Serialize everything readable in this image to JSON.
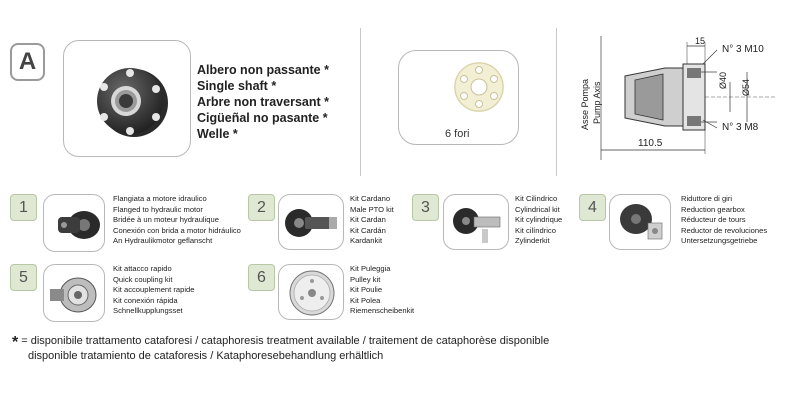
{
  "section_a": {
    "letter": "A",
    "titles": [
      "Albero non passante *",
      "Single shaft *",
      "Arbre non traversant *",
      "Cigüeñal no pasante *",
      "Welle *"
    ],
    "holes_label": "6 fori"
  },
  "drawing": {
    "dim_15": "15",
    "label_m10": "N° 3 M10",
    "label_m8": "N° 3 M8",
    "label_d40": "Ø40",
    "label_d54": "Ø54",
    "dim_110": "110.5",
    "axis_it": "Asse Pompa",
    "axis_en": "Pump Axis"
  },
  "kits": [
    {
      "number": "1",
      "lines": [
        "Flangiata a motore idraulico",
        "Flanged to hydraulic motor",
        "Bridée à un moteur hydraulique",
        "Conexión con brida a motor hidráulico",
        "An Hydraulikmotor geflanscht"
      ]
    },
    {
      "number": "2",
      "lines": [
        "Kit Cardano",
        "Male PTO kit",
        "Kit Cardan",
        "Kit Cardán",
        "Kardankit"
      ]
    },
    {
      "number": "3",
      "lines": [
        "Kit Cilindrico",
        "Cylindrical kit",
        "Kit cylindrique",
        "Kit cilíndrico",
        "Zylinderkit"
      ]
    },
    {
      "number": "4",
      "lines": [
        "Riduttore di giri",
        "Reduction gearbox",
        "Réducteur de tours",
        "Reductor de revoluciones",
        "Untersetzungsgetriebe"
      ]
    },
    {
      "number": "5",
      "lines": [
        "Kit attacco rapido",
        "Quick coupling kit",
        "Kit accouplement rapide",
        "Kit conexión rápida",
        "Schnellkupplungsset"
      ]
    },
    {
      "number": "6",
      "lines": [
        "Kit Puleggia",
        "Pulley kit",
        "Kit Poulie",
        "Kit Polea",
        "Riemenscheibenkit"
      ]
    }
  ],
  "footnote": {
    "star": "*",
    "line1": "= disponibile trattamento cataforesi / cataphoresis treatment available / traitement de cataphorèse disponible",
    "line2": "disponible tratamiento de cataforesis / Kataphoresebehandlung erhältlich"
  }
}
